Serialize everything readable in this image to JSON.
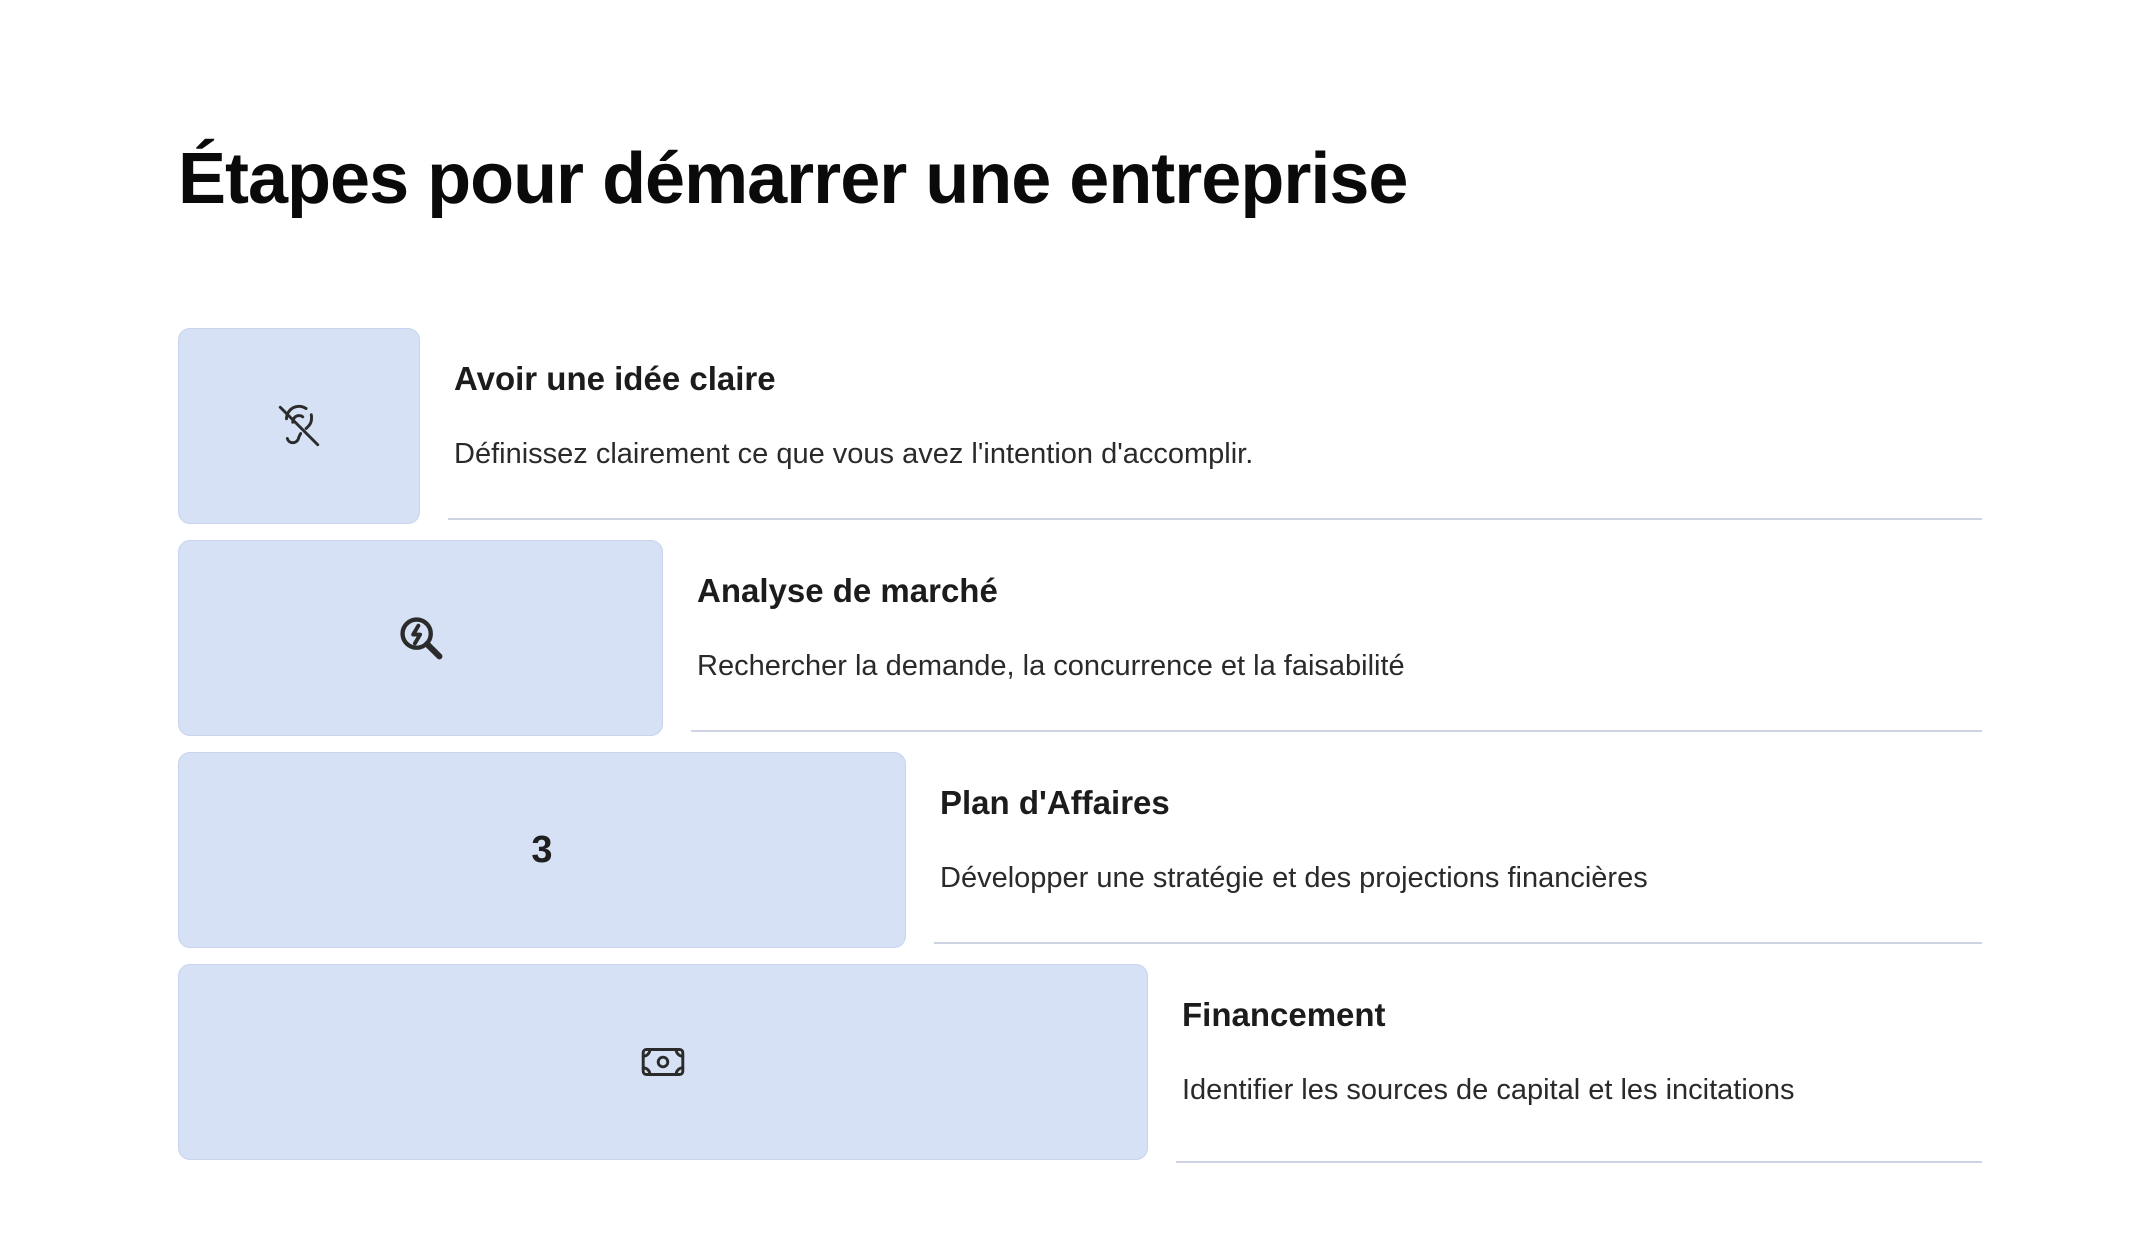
{
  "title": "Étapes pour démarrer une entreprise",
  "colors": {
    "block_fill": "#d6e1f5",
    "block_border": "#c8d4ec",
    "divider": "#cdd3e3",
    "title_text": "#0a0a0a"
  },
  "steps": [
    {
      "icon": "ear-off-icon",
      "title": "Avoir une idée claire",
      "description": "Définissez clairement ce que vous avez l'intention d'accomplir."
    },
    {
      "icon": "search-bolt-icon",
      "title": "Analyse de marché",
      "description": "Rechercher la demande, la concurrence et la faisabilité"
    },
    {
      "number": "3",
      "title": "Plan d'Affaires",
      "description": "Développer une stratégie et des projections financières"
    },
    {
      "icon": "cash-icon",
      "title": "Financement",
      "description": "Identifier les sources de capital et les incitations"
    }
  ]
}
